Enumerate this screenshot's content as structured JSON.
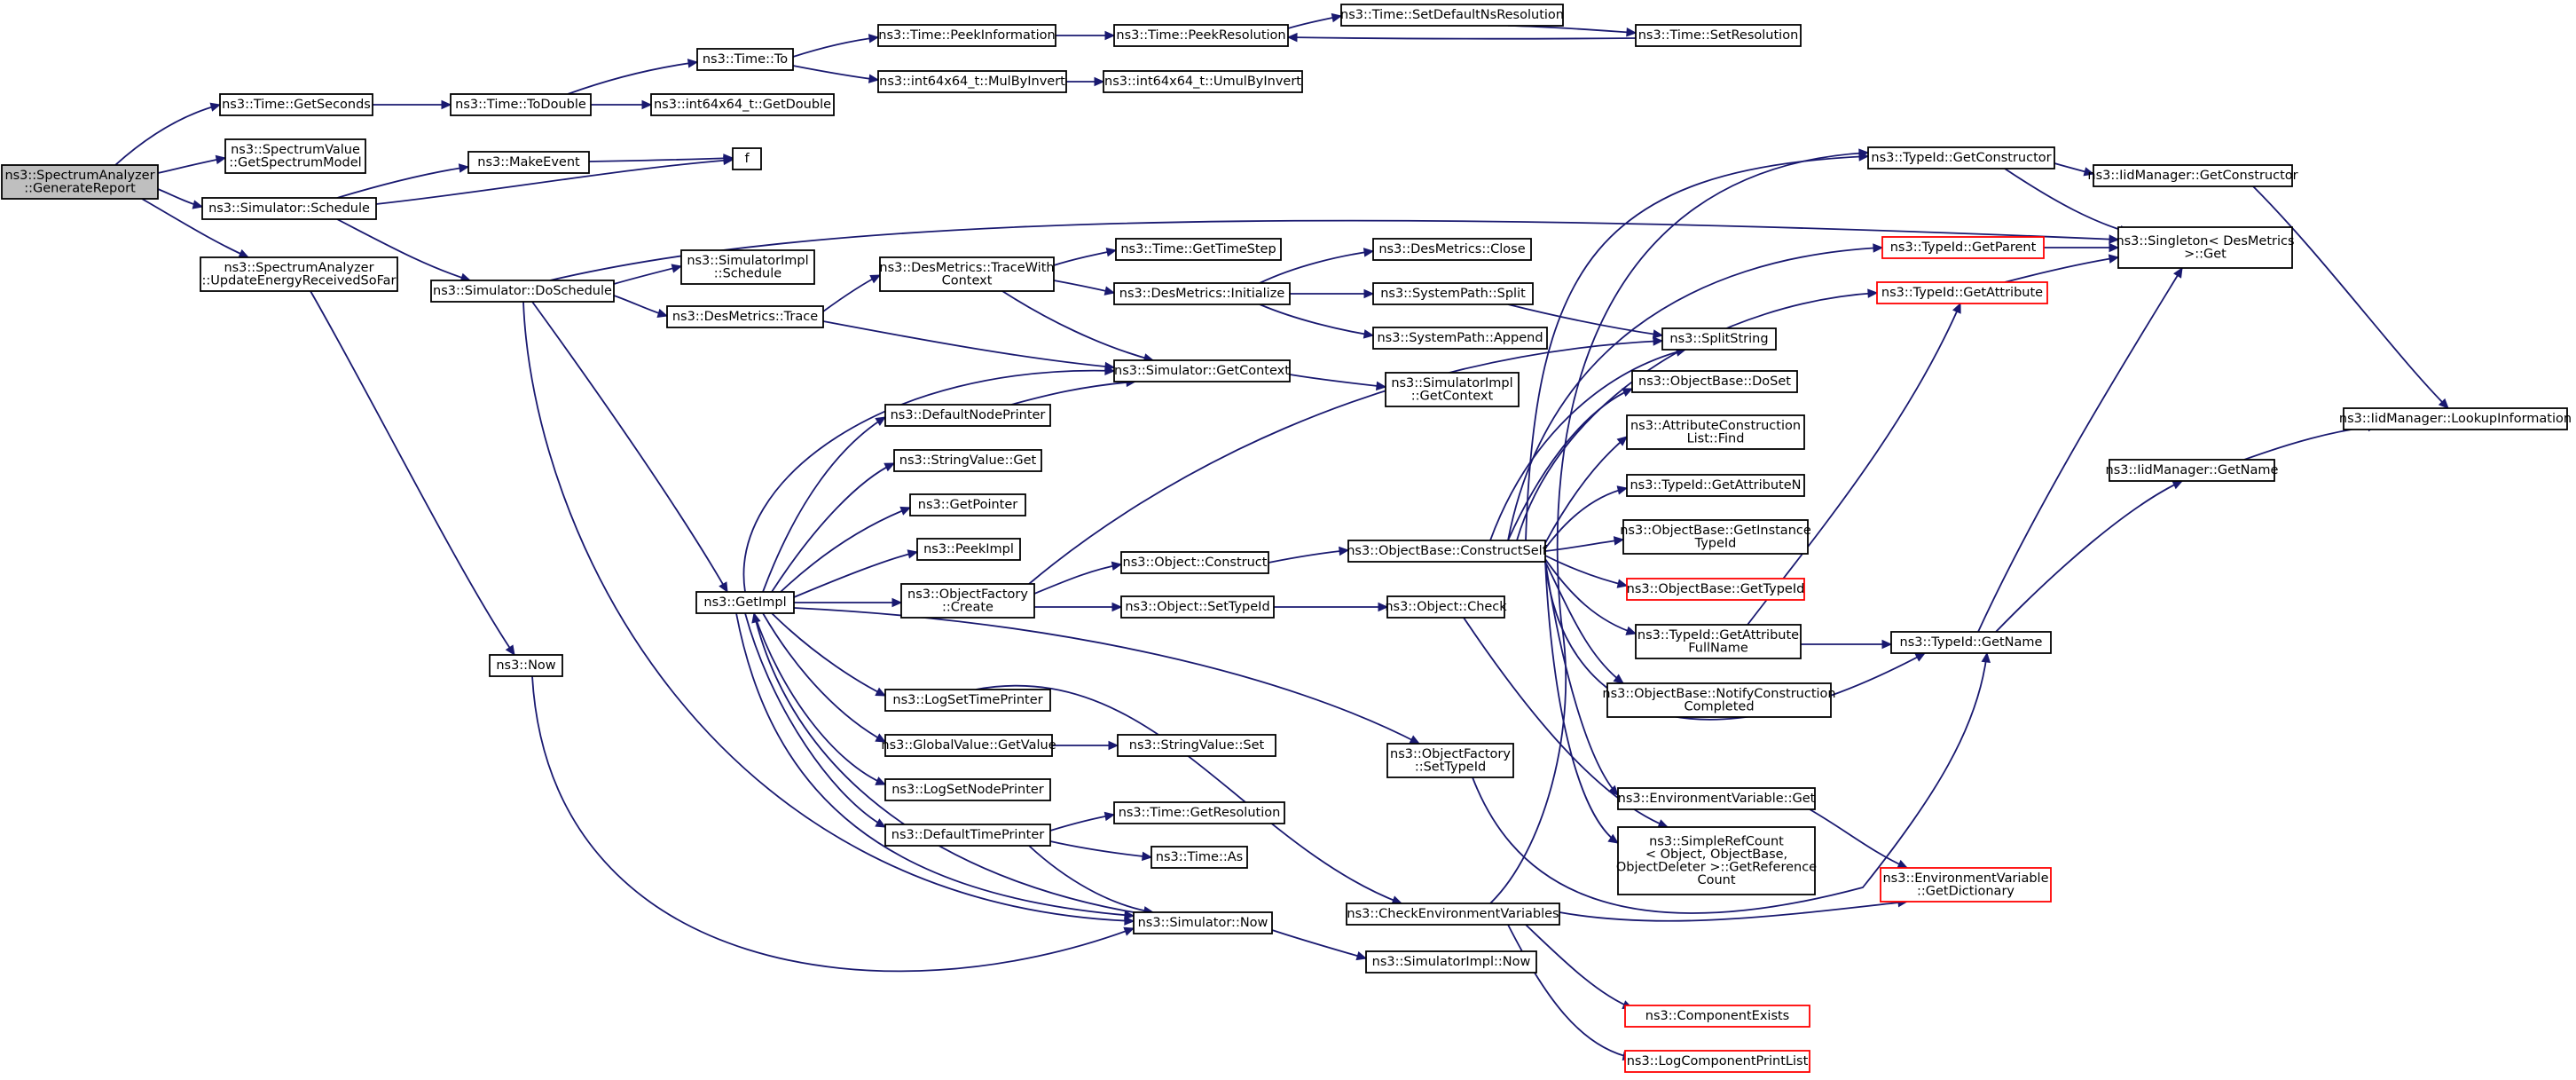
{
  "graph": {
    "nodes": [
      {
        "id": "root",
        "lines": [
          "ns3::SpectrumAnalyzer",
          "::GenerateReport"
        ],
        "style": "root"
      },
      {
        "id": "getseconds",
        "lines": [
          "ns3::Time::GetSeconds"
        ]
      },
      {
        "id": "getspectrummodel",
        "lines": [
          "ns3::SpectrumValue",
          "::GetSpectrumModel"
        ]
      },
      {
        "id": "schedule",
        "lines": [
          "ns3::Simulator::Schedule"
        ]
      },
      {
        "id": "updateenergy",
        "lines": [
          "ns3::SpectrumAnalyzer",
          "::UpdateEnergyReceivedSoFar"
        ]
      },
      {
        "id": "todouble",
        "lines": [
          "ns3::Time::ToDouble"
        ]
      },
      {
        "id": "timeto",
        "lines": [
          "ns3::Time::To"
        ]
      },
      {
        "id": "getdouble",
        "lines": [
          "ns3::int64x64_t::GetDouble"
        ]
      },
      {
        "id": "peekinfo",
        "lines": [
          "ns3::Time::PeekInformation"
        ]
      },
      {
        "id": "mulbyinvert",
        "lines": [
          "ns3::int64x64_t::MulByInvert"
        ]
      },
      {
        "id": "peekres",
        "lines": [
          "ns3::Time::PeekResolution"
        ]
      },
      {
        "id": "umulbyinvert",
        "lines": [
          "ns3::int64x64_t::UmulByInvert"
        ]
      },
      {
        "id": "setdefaultns",
        "lines": [
          "ns3::Time::SetDefaultNsResolution"
        ]
      },
      {
        "id": "setres",
        "lines": [
          "ns3::Time::SetResolution"
        ]
      },
      {
        "id": "makeevent",
        "lines": [
          "ns3::MakeEvent"
        ]
      },
      {
        "id": "f",
        "lines": [
          "f"
        ]
      },
      {
        "id": "doschedule",
        "lines": [
          "ns3::Simulator::DoSchedule"
        ]
      },
      {
        "id": "implschedule",
        "lines": [
          "ns3::SimulatorImpl",
          "::Schedule"
        ]
      },
      {
        "id": "destrace",
        "lines": [
          "ns3::DesMetrics::Trace"
        ]
      },
      {
        "id": "tracewithctx",
        "lines": [
          "ns3::DesMetrics::TraceWith",
          "Context"
        ]
      },
      {
        "id": "gettimestep",
        "lines": [
          "ns3::Time::GetTimeStep"
        ]
      },
      {
        "id": "desinit",
        "lines": [
          "ns3::DesMetrics::Initialize"
        ]
      },
      {
        "id": "desclose",
        "lines": [
          "ns3::DesMetrics::Close"
        ]
      },
      {
        "id": "pathsplit",
        "lines": [
          "ns3::SystemPath::Split"
        ]
      },
      {
        "id": "pathappend",
        "lines": [
          "ns3::SystemPath::Append"
        ]
      },
      {
        "id": "splitstring",
        "lines": [
          "ns3::SplitString"
        ]
      },
      {
        "id": "simgetctx",
        "lines": [
          "ns3::Simulator::GetContext"
        ]
      },
      {
        "id": "implgetctx",
        "lines": [
          "ns3::SimulatorImpl",
          "::GetContext"
        ]
      },
      {
        "id": "defnodeprinter",
        "lines": [
          "ns3::DefaultNodePrinter"
        ]
      },
      {
        "id": "strvalget",
        "lines": [
          "ns3::StringValue::Get"
        ]
      },
      {
        "id": "getpointer",
        "lines": [
          "ns3::GetPointer"
        ]
      },
      {
        "id": "peekimpl",
        "lines": [
          "ns3::PeekImpl"
        ]
      },
      {
        "id": "getimpl",
        "lines": [
          "ns3::GetImpl"
        ]
      },
      {
        "id": "ofcreate",
        "lines": [
          "ns3::ObjectFactory",
          "::Create"
        ]
      },
      {
        "id": "objconstruct",
        "lines": [
          "ns3::Object::Construct"
        ]
      },
      {
        "id": "objsettypeid",
        "lines": [
          "ns3::Object::SetTypeId"
        ]
      },
      {
        "id": "constructself",
        "lines": [
          "ns3::ObjectBase::ConstructSelf"
        ]
      },
      {
        "id": "objcheck",
        "lines": [
          "ns3::Object::Check"
        ]
      },
      {
        "id": "getconstructor",
        "lines": [
          "ns3::TypeId::GetConstructor"
        ]
      },
      {
        "id": "iidgetconstructor",
        "lines": [
          "ns3::IidManager::GetConstructor"
        ]
      },
      {
        "id": "getparent",
        "lines": [
          "ns3::TypeId::GetParent"
        ],
        "style": "trunc"
      },
      {
        "id": "singletonget",
        "lines": [
          "ns3::Singleton< DesMetrics",
          " >::Get"
        ]
      },
      {
        "id": "getattribute",
        "lines": [
          "ns3::TypeId::GetAttribute"
        ],
        "style": "trunc"
      },
      {
        "id": "doset",
        "lines": [
          "ns3::ObjectBase::DoSet"
        ]
      },
      {
        "id": "attrlistfind",
        "lines": [
          "ns3::AttributeConstruction",
          "List::Find"
        ]
      },
      {
        "id": "getattributen",
        "lines": [
          "ns3::TypeId::GetAttributeN"
        ]
      },
      {
        "id": "getinstancetid",
        "lines": [
          "ns3::ObjectBase::GetInstance",
          "TypeId"
        ]
      },
      {
        "id": "obgettypeid",
        "lines": [
          "ns3::ObjectBase::GetTypeId"
        ],
        "style": "trunc"
      },
      {
        "id": "getattrfullname",
        "lines": [
          "ns3::TypeId::GetAttribute",
          "FullName"
        ]
      },
      {
        "id": "notifyconstruction",
        "lines": [
          "ns3::ObjectBase::NotifyConstruction",
          "Completed"
        ]
      },
      {
        "id": "tidgetname",
        "lines": [
          "ns3::TypeId::GetName"
        ]
      },
      {
        "id": "iidgetname",
        "lines": [
          "ns3::IidManager::GetName"
        ]
      },
      {
        "id": "lookupinfo",
        "lines": [
          "ns3::IidManager::LookupInformation"
        ]
      },
      {
        "id": "envget",
        "lines": [
          "ns3::EnvironmentVariable::Get"
        ]
      },
      {
        "id": "envdict",
        "lines": [
          "ns3::EnvironmentVariable",
          "::GetDictionary"
        ],
        "style": "trunc"
      },
      {
        "id": "getrefcount",
        "lines": [
          "ns3::SimpleRefCount",
          "< Object, ObjectBase,",
          " ObjectDeleter >::GetReference",
          "Count"
        ]
      },
      {
        "id": "logsettimeprinter",
        "lines": [
          "ns3::LogSetTimePrinter"
        ]
      },
      {
        "id": "globalgetvalue",
        "lines": [
          "ns3::GlobalValue::GetValue"
        ]
      },
      {
        "id": "strvalset",
        "lines": [
          "ns3::StringValue::Set"
        ]
      },
      {
        "id": "logsetnodeprinter",
        "lines": [
          "ns3::LogSetNodePrinter"
        ]
      },
      {
        "id": "deftimeprinter",
        "lines": [
          "ns3::DefaultTimePrinter"
        ]
      },
      {
        "id": "timegetres",
        "lines": [
          "ns3::Time::GetResolution"
        ]
      },
      {
        "id": "timeas",
        "lines": [
          "ns3::Time::As"
        ]
      },
      {
        "id": "ofsettypeid",
        "lines": [
          "ns3::ObjectFactory",
          "::SetTypeId"
        ]
      },
      {
        "id": "now",
        "lines": [
          "ns3::Now"
        ]
      },
      {
        "id": "simnow",
        "lines": [
          "ns3::Simulator::Now"
        ]
      },
      {
        "id": "implnow",
        "lines": [
          "ns3::SimulatorImpl::Now"
        ]
      },
      {
        "id": "checkenv",
        "lines": [
          "ns3::CheckEnvironmentVariables"
        ]
      },
      {
        "id": "compexists",
        "lines": [
          "ns3::ComponentExists"
        ],
        "style": "trunc"
      },
      {
        "id": "logcompprint",
        "lines": [
          "ns3::LogComponentPrintList"
        ],
        "style": "trunc"
      }
    ]
  }
}
